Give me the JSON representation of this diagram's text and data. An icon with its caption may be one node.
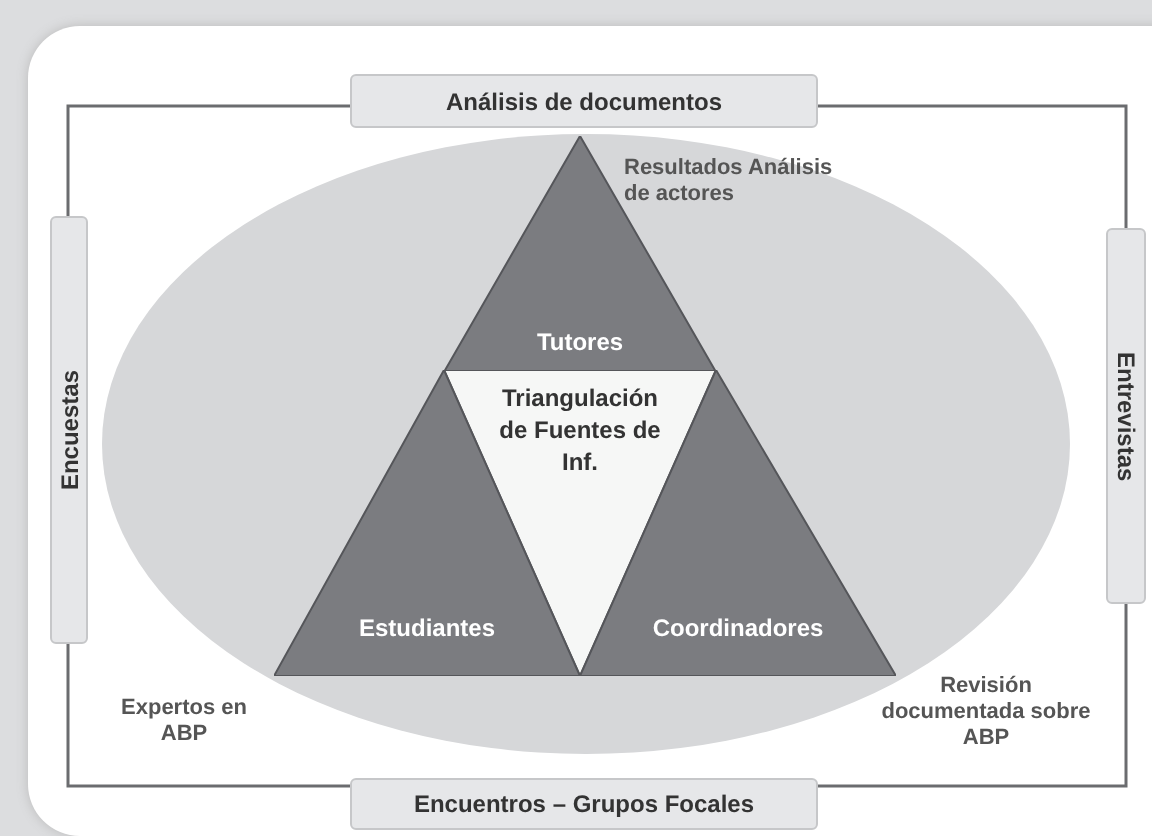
{
  "diagram": {
    "nodes": [
      {
        "text": [
          "Análisis de documentos"
        ]
      },
      {
        "text": [
          "Encuestas"
        ]
      },
      {
        "text": [
          "Entrevistas"
        ]
      },
      {
        "text": [
          "Tutores"
        ]
      },
      {
        "text": [
          "Triangulación de Fuentes de Inf."
        ]
      },
      {
        "text": [
          "Estudiantes"
        ]
      },
      {
        "text": [
          "Coordinadores"
        ]
      },
      {
        "text": [
          "Encuentros – Grupos Focales"
        ]
      }
    ],
    "labels": [
      "Resultados Análisis de actores",
      "Expertos en ABP",
      "Revisión documentada sobre ABP"
    ]
  }
}
